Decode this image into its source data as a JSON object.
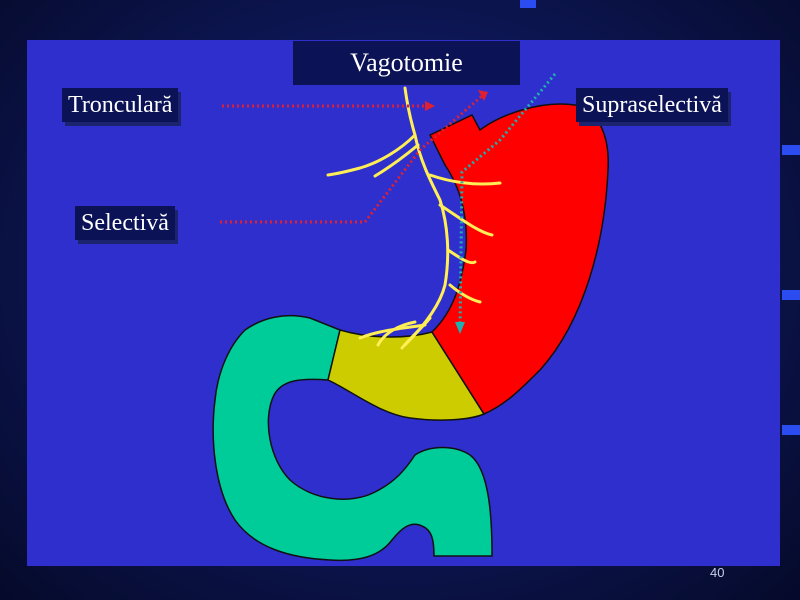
{
  "slide": {
    "title": "Vagotomie",
    "page_number": "40"
  },
  "labels": {
    "truncal": "Tronculară",
    "selective": "Selectivă",
    "superselective": "Supraselectivă"
  },
  "colors": {
    "panel": "#2f2fcd",
    "label_bg": "#0b1356",
    "stomach": "#ff0000",
    "pylorus": "#cccc00",
    "duodenum": "#00cc99",
    "nerve": "#ffee55",
    "arrow_red": "#e02030",
    "arrow_teal": "#20b0b0"
  }
}
